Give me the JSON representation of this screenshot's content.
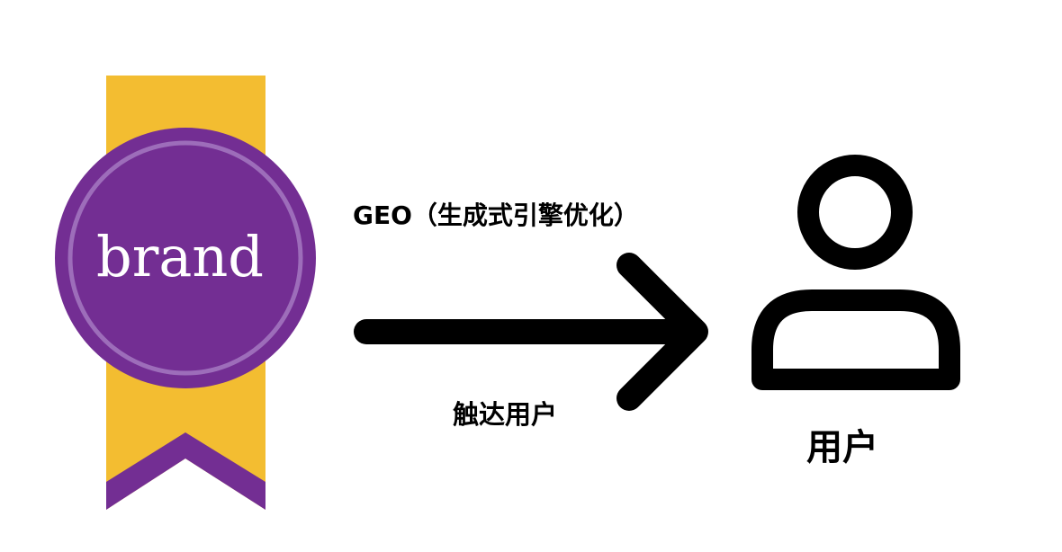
{
  "brand": {
    "text": "brand"
  },
  "connector": {
    "top_label": "GEO（生成式引擎优化）",
    "bottom_label": "触达用户"
  },
  "user": {
    "label": "用户"
  },
  "icons": {
    "badge": "award-ribbon-icon",
    "arrow": "right-arrow-icon",
    "user": "user-person-icon"
  },
  "colors": {
    "ribbon": "#f3bd31",
    "badge": "#732e93",
    "badge_ring": "#9d6dba",
    "text_light": "#ffffff",
    "stroke": "#000000"
  }
}
